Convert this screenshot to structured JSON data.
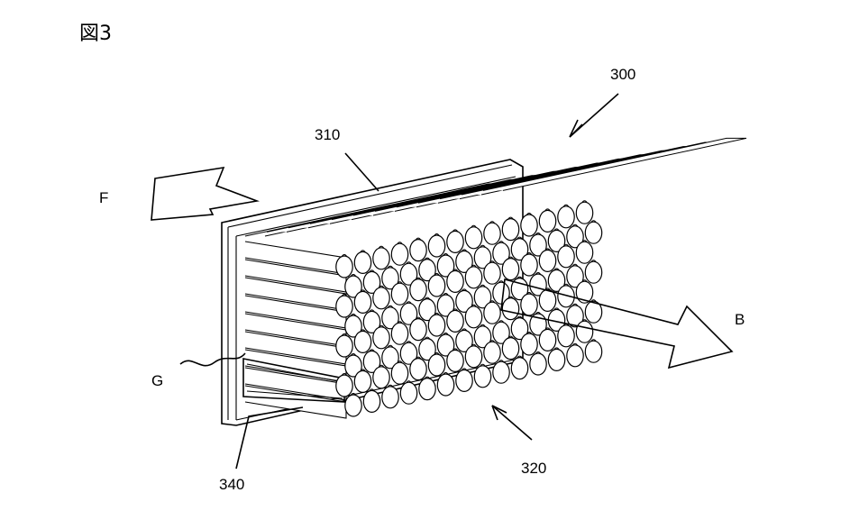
{
  "figure": {
    "title": "図3",
    "labels": {
      "l300": "300",
      "l310": "310",
      "l320": "320",
      "l340": "340",
      "F": "F",
      "B": "B",
      "G": "G"
    },
    "colors": {
      "line": "#000000",
      "background": "#ffffff"
    }
  }
}
